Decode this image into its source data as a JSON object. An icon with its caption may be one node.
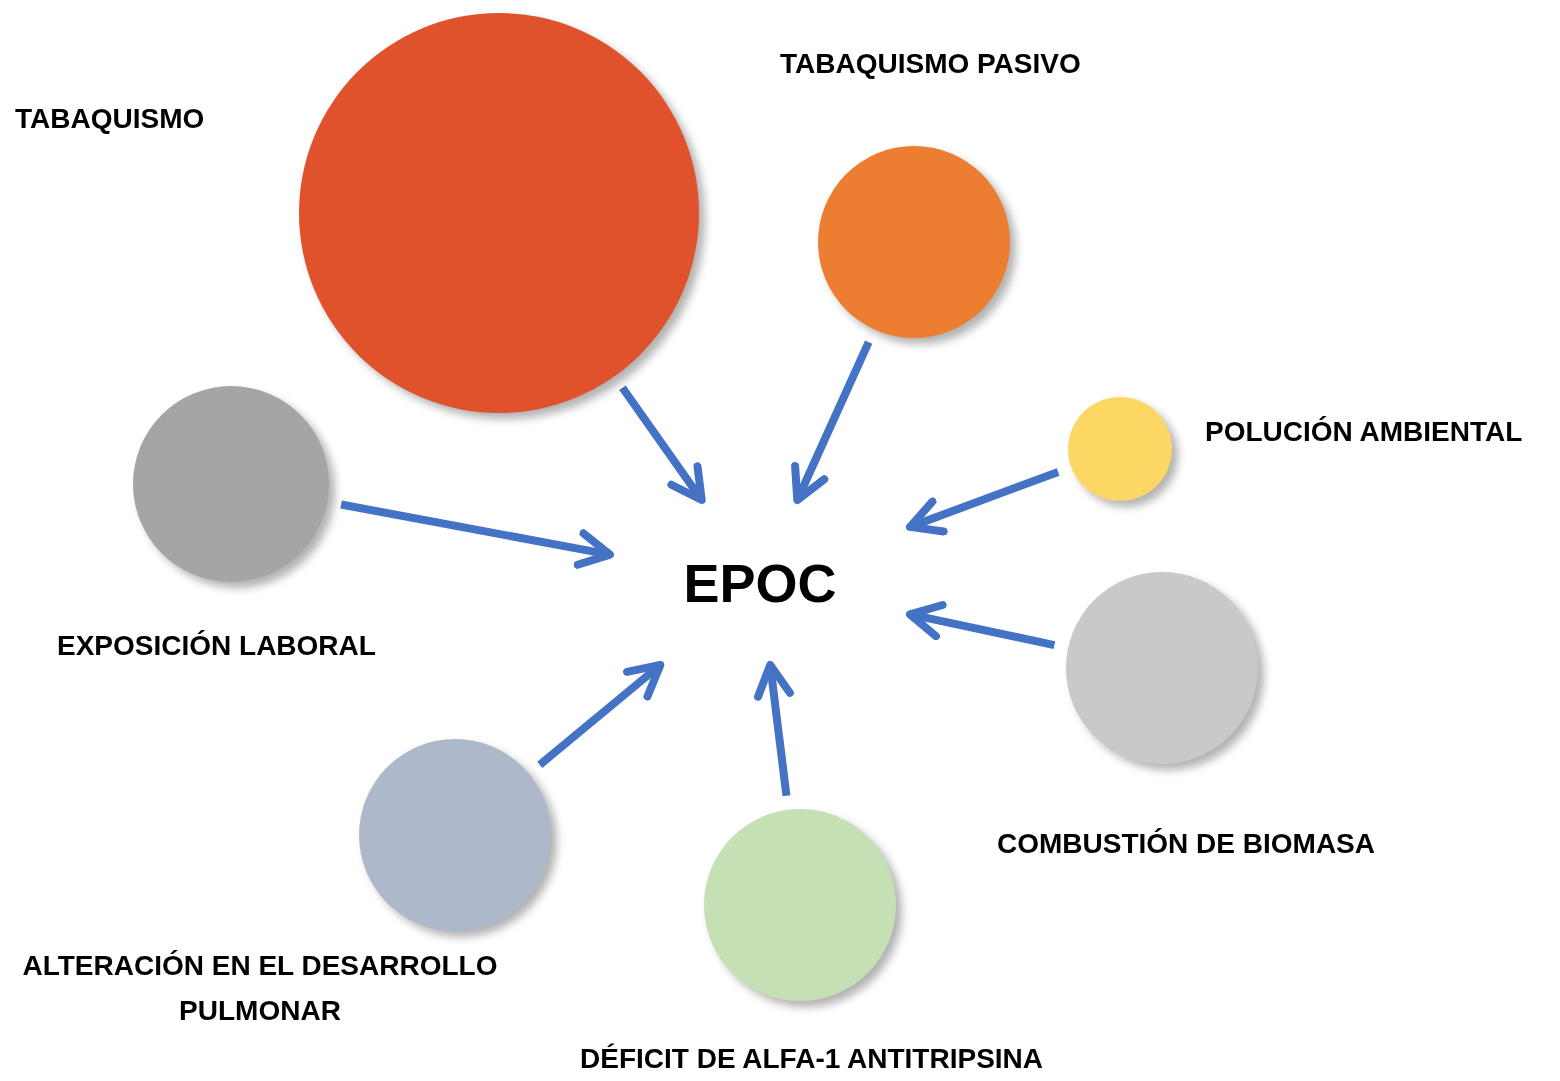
{
  "diagram": {
    "nodes": [
      {
        "text": [],
        "shape": "circle",
        "beside": [
          "TABAQUISMO"
        ]
      },
      {
        "text": [],
        "shape": "circle",
        "beside": [
          "TABAQUISMO PASIVO"
        ]
      },
      {
        "text": [],
        "shape": "circle",
        "beside": [
          "POLUCIÓN AMBIENTAL"
        ]
      },
      {
        "text": [],
        "shape": "circle",
        "beside": [
          "COMBUSTIÓN DE BIOMASA"
        ]
      },
      {
        "text": [],
        "shape": "circle",
        "beside": [
          "DÉFICIT DE ALFA-1 ANTITRIPSINA"
        ]
      },
      {
        "text": [],
        "shape": "circle",
        "beside": [
          "ALTERACIÓN EN EL DESARROLLO PULMONAR"
        ]
      },
      {
        "text": [],
        "shape": "circle",
        "beside": [
          "EXPOSICIÓN LABORAL"
        ]
      },
      {
        "text": [
          "EPOC"
        ]
      }
    ],
    "edges": [
      {
        "from": 0,
        "to": 7,
        "arrow": "to"
      },
      {
        "from": 1,
        "to": 7,
        "arrow": "to"
      },
      {
        "from": 2,
        "to": 7,
        "arrow": "to"
      },
      {
        "from": 3,
        "to": 7,
        "arrow": "to"
      },
      {
        "from": 4,
        "to": 7,
        "arrow": "to"
      },
      {
        "from": 5,
        "to": 7,
        "arrow": "to"
      },
      {
        "from": 6,
        "to": 7,
        "arrow": "to"
      }
    ]
  }
}
